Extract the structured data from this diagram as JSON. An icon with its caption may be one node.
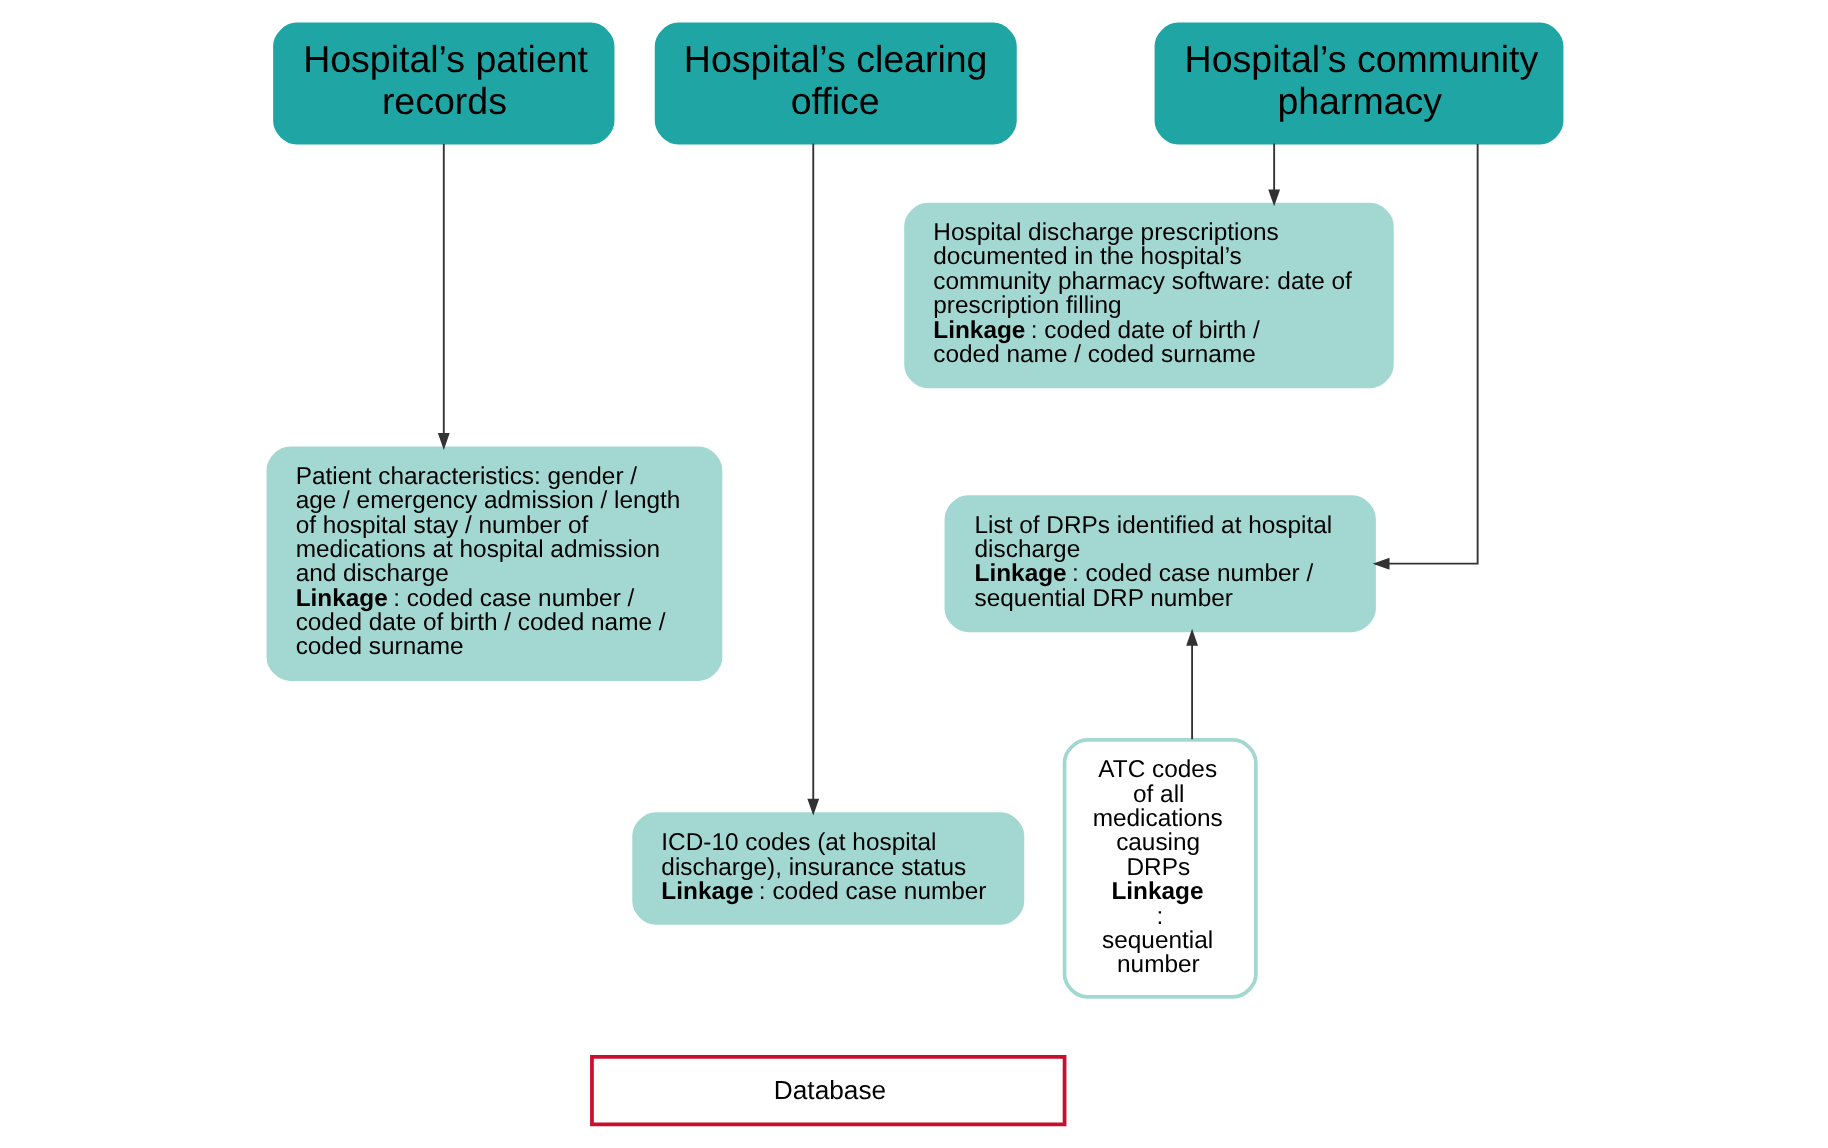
{
  "diagram": {
    "nodes": [
      {
        "text": [
          "Hospital’s patient records"
        ]
      },
      {
        "text": [
          "Patient characteristics: gender / age / emergency admission / length of hospital stay / number of medications at hospital admission and discharge",
          "**Linkage**: coded case number / coded date of birth / coded name / coded surname"
        ]
      },
      {
        "text": [
          "Hospital’s community pharmacy"
        ]
      },
      {
        "text": [
          "Hospital discharge prescriptions documented in the hospital’s community pharmacy software: date of prescription filling",
          "**Linkage**: coded date of birth / coded name / coded surname"
        ]
      },
      {
        "text": [
          "List of DRPs identified at hospital discharge",
          "**Linkage**: coded case number / sequential DRP number"
        ]
      },
      {
        "text": [
          "Hospital’s clearing office"
        ]
      },
      {
        "text": [
          "ICD-10 codes (at hospital discharge), insurance status",
          "**Linkage**: coded case number"
        ]
      },
      {
        "text": [
          "ATC codes of all medications causing DRPs",
          "**Linkage**: sequential number"
        ]
      },
      {
        "text": [
          "Database"
        ]
      }
    ],
    "edges": [
      {
        "from": 0,
        "to": 1,
        "arrow": "to"
      },
      {
        "from": 2,
        "to": 3,
        "arrow": "to"
      },
      {
        "from": 2,
        "to": 4,
        "arrow": "to"
      },
      {
        "from": 5,
        "to": 6,
        "arrow": "to"
      },
      {
        "from": 7,
        "to": 4,
        "arrow": "to"
      }
    ]
  }
}
